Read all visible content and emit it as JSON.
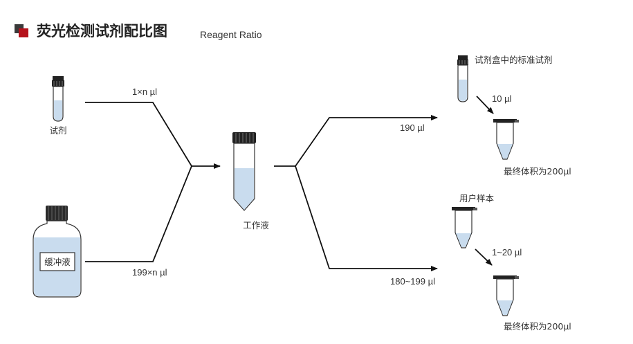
{
  "header": {
    "title": "荧光检测试剂配比图",
    "subtitle": "Reagent Ratio",
    "accent_color": "#b5121b",
    "accent_dark": "#3a3a3a"
  },
  "inputs": {
    "reagent": {
      "label": "试剂",
      "volume": "1×n µl"
    },
    "buffer": {
      "label": "缓冲液",
      "volume": "199×n µl"
    }
  },
  "working_solution": {
    "label": "工作液"
  },
  "standard_branch": {
    "volume": "190 µl",
    "source_label": "试剂盒中的标准试剂",
    "source_volume": "10 µl",
    "final_label": "最终体积为200µl"
  },
  "sample_branch": {
    "volume": "180~199 µl",
    "source_label": "用户样本",
    "source_volume": "1~20 µl",
    "final_label": "最终体积为200µl"
  },
  "colors": {
    "liquid": "#c9dcee",
    "cap": "#222222",
    "tube_body": "#ffffff"
  }
}
